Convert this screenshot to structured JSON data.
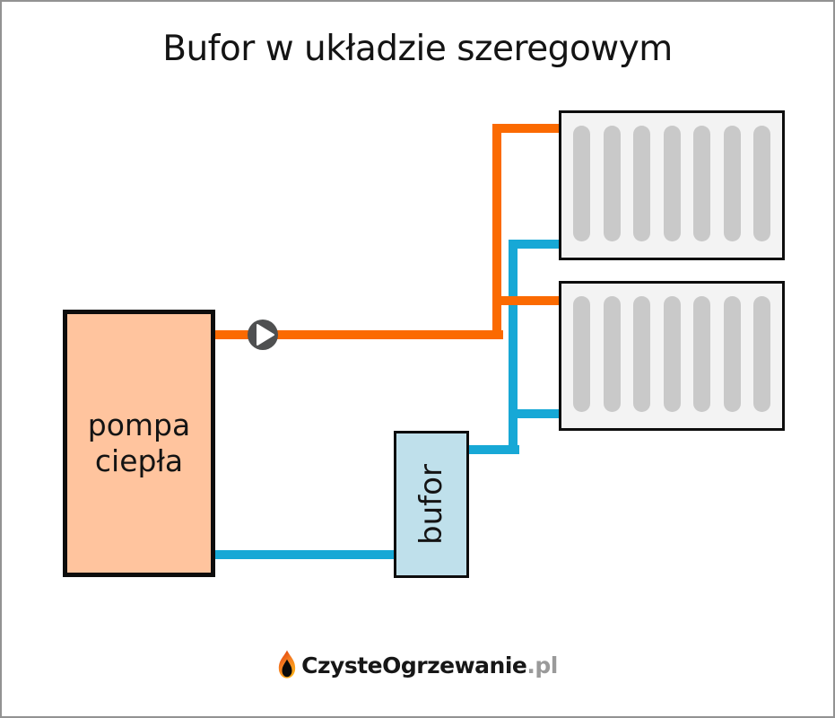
{
  "title": "Bufor w układzie szeregowym",
  "diagram": {
    "heat_pump": {
      "label": "pompa ciepła"
    },
    "buffer": {
      "label": "bufor"
    },
    "radiators": {
      "count": 2,
      "fins_per_radiator": 7
    },
    "colors": {
      "supply_pipe": "#fb6a01",
      "return_pipe": "#17a8d6",
      "heat_pump_fill": "#ffc49e",
      "buffer_fill": "#bfe0eb",
      "radiator_fill": "#f3f3f3",
      "radiator_fin": "#c9c9c9",
      "pump_body": "#4f5051",
      "box_border": "#0d0d0d"
    }
  },
  "footer": {
    "brand_name": "CzysteOgrzewanie",
    "brand_suffix": ".pl"
  }
}
